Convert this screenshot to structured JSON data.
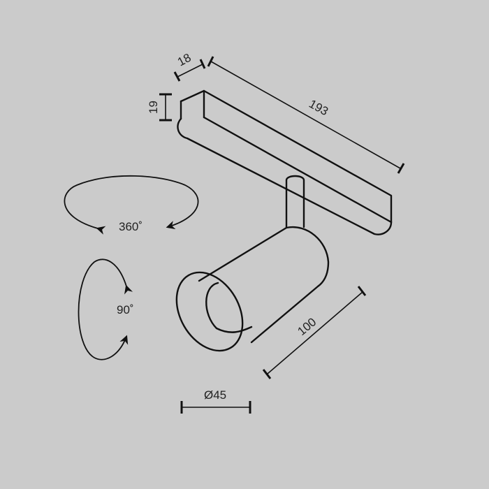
{
  "drawing": {
    "background": "#cbcbcb",
    "line_color": "#111111",
    "subject": "track spotlight technical drawing"
  },
  "dimensions": {
    "track_width": "18",
    "track_height": "19",
    "track_length": "193",
    "body_length": "100",
    "body_diameter": "Ø45"
  },
  "rotation": {
    "horizontal": "360˚",
    "vertical": "90˚"
  }
}
